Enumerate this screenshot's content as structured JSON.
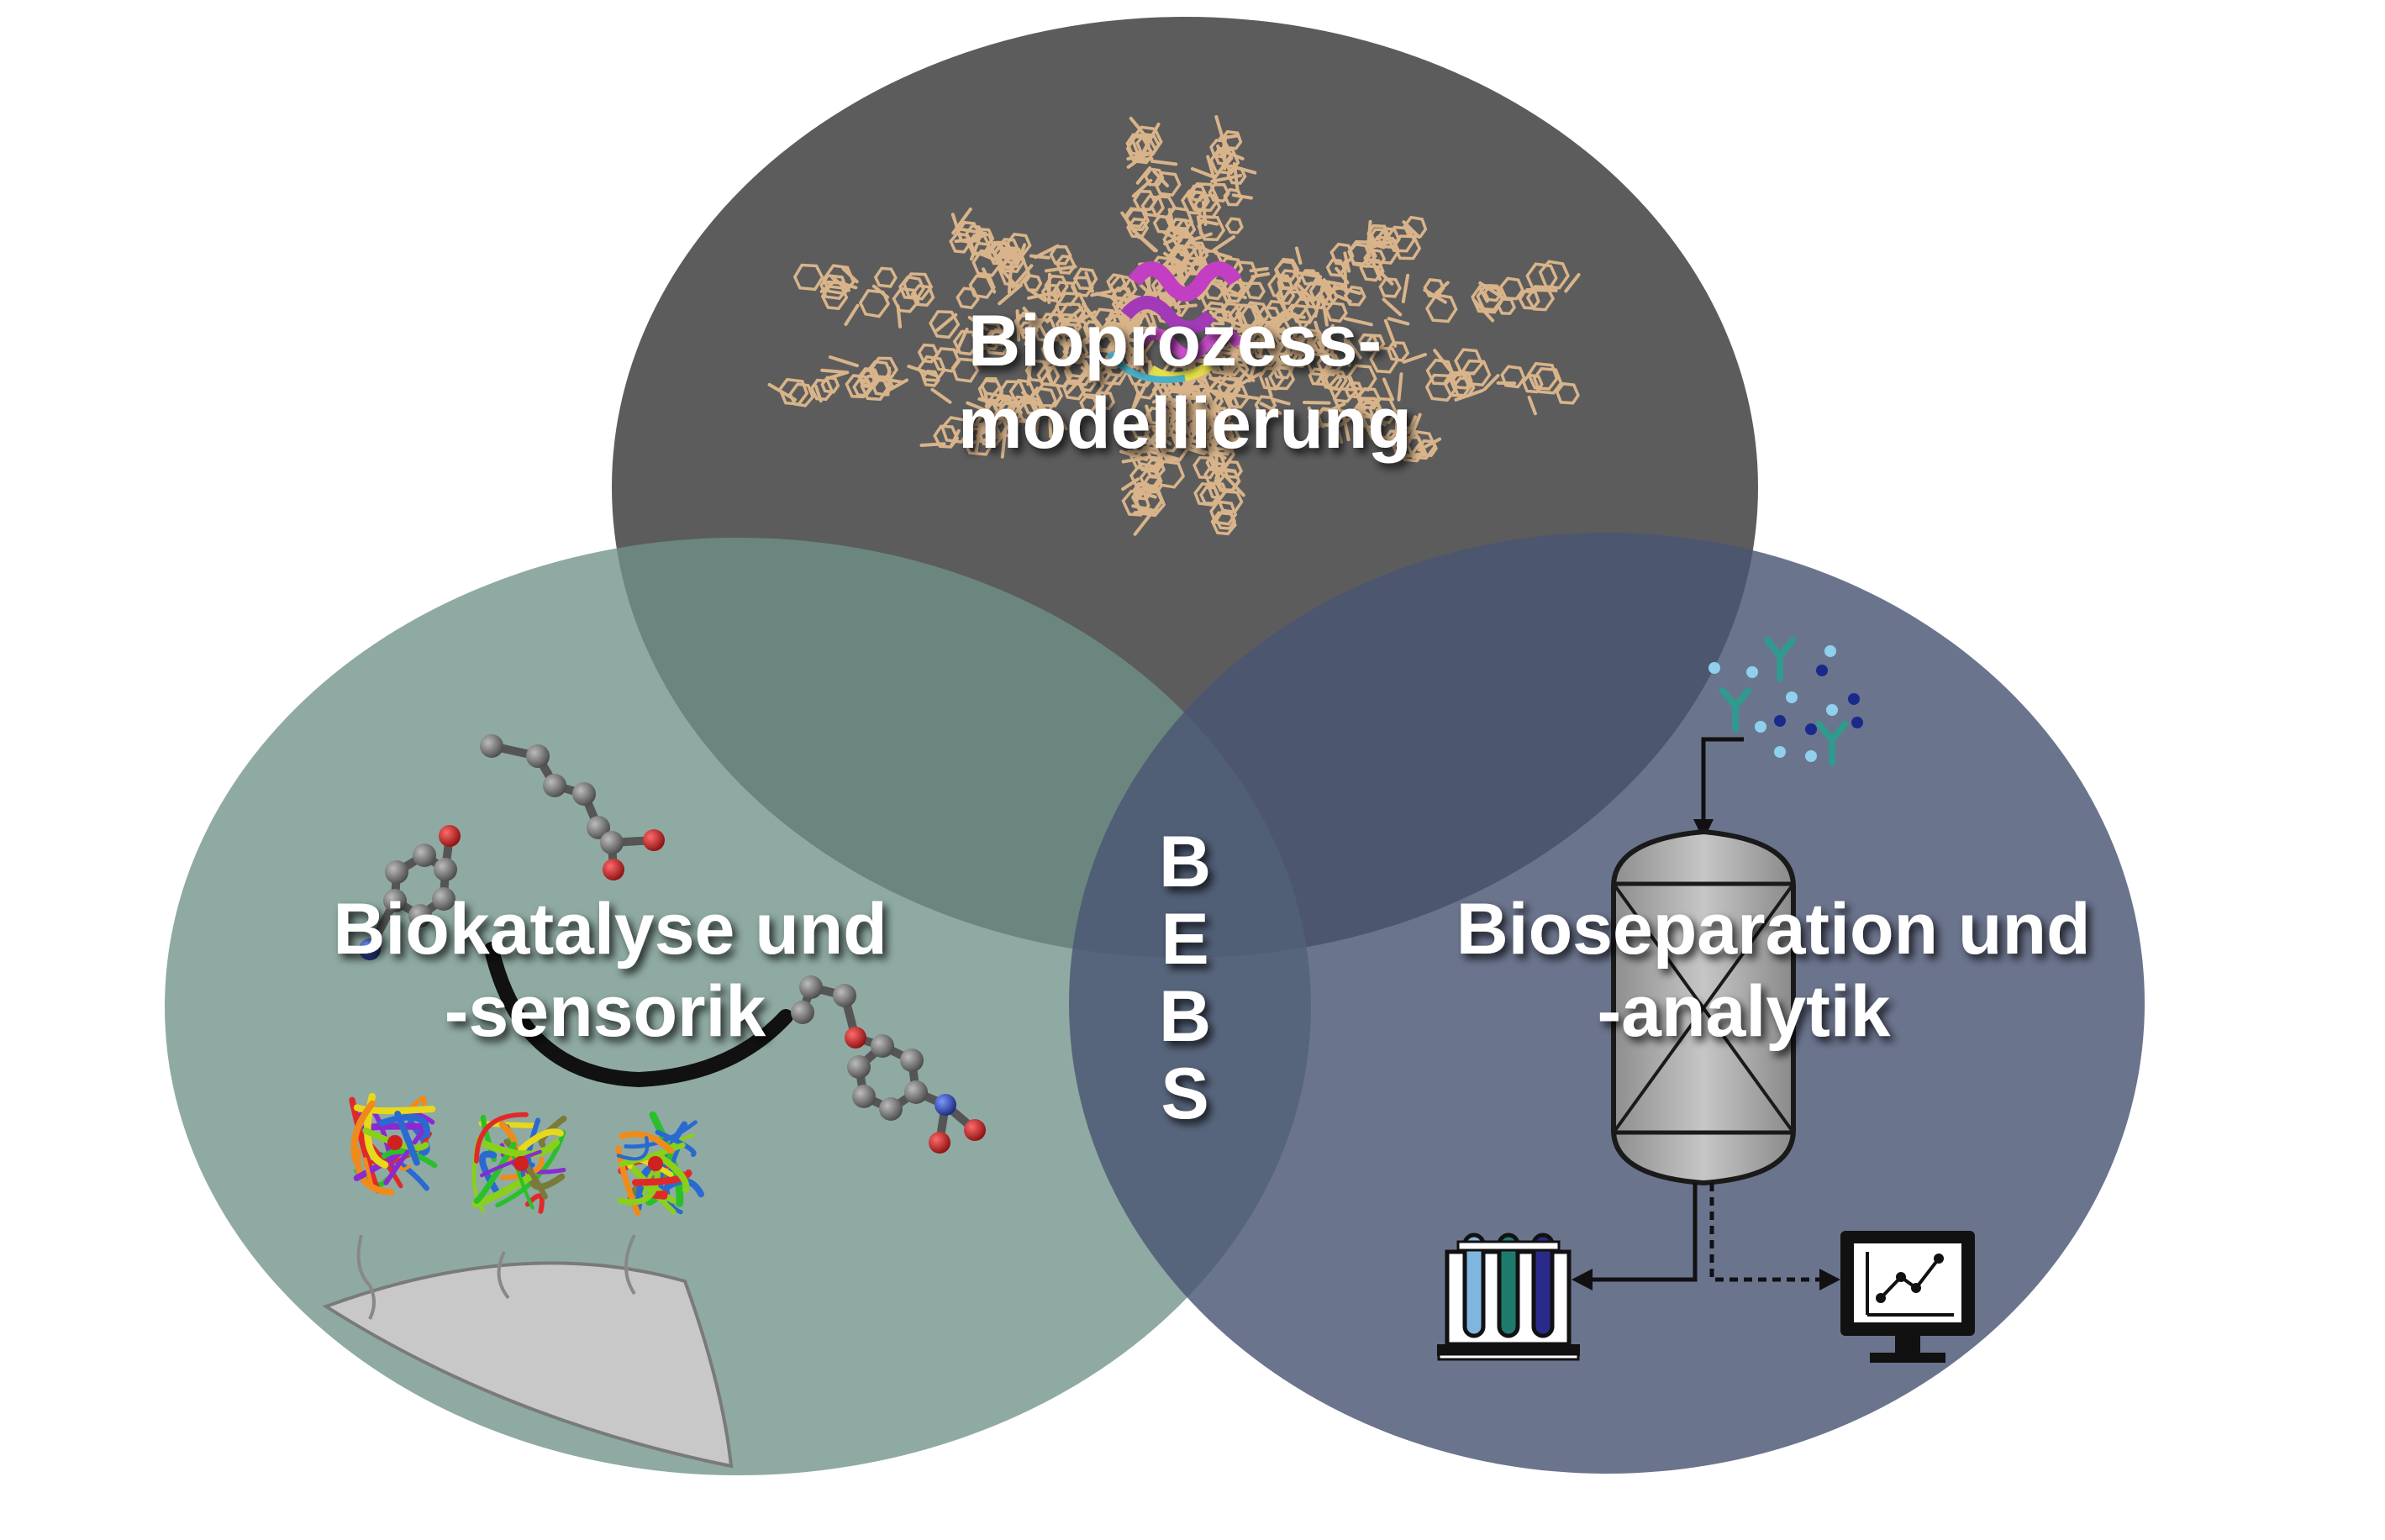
{
  "diagram": {
    "type": "venn",
    "circles": [
      {
        "id": "top",
        "label_lines": [
          "Bioprozess-",
          "modellierung"
        ],
        "color": "#4a4a4a",
        "icon": "protein-framework-molecule-icon"
      },
      {
        "id": "left",
        "label_lines": [
          "Biokatalyse und",
          "-sensorik"
        ],
        "color": "#6f9289",
        "icon": "enzyme-catalysis-icon"
      },
      {
        "id": "right",
        "label_lines": [
          "Bioseparation und",
          "-analytik"
        ],
        "color": "#4a5674",
        "icon": "chromatography-column-icon"
      }
    ],
    "center": {
      "letters": [
        "B",
        "E",
        "B",
        "S"
      ]
    }
  },
  "colors": {
    "background": "#ffffff",
    "molecule_framework": "#d9b48a",
    "text": "#ffffff",
    "surface": "#c8c8c8",
    "atom_carbon": "#6b6b6b",
    "atom_oxygen": "#c0282d",
    "atom_nitrogen": "#3650a8",
    "antibody": "#2f9b8e",
    "particle_dark": "#1a2a8a",
    "particle_light": "#8fd0ee"
  }
}
